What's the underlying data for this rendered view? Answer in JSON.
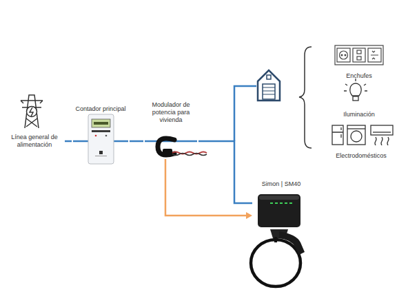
{
  "diagram": {
    "nodes": [
      {
        "text": [
          "Línea general de alimentación"
        ]
      },
      {
        "text": [
          "Contador principal"
        ]
      },
      {
        "text": [
          "Modulador de potencia para vivienda"
        ]
      },
      {
        "text": [
          "Simon | SM40"
        ]
      },
      {
        "text": [
          "Enchufes"
        ]
      },
      {
        "text": [
          "Iluminación"
        ]
      },
      {
        "text": [
          "Electrodomésticos"
        ]
      }
    ],
    "edges": [
      {
        "from": 0,
        "to": 1,
        "arrow": "none"
      },
      {
        "from": 1,
        "to": 2,
        "arrow": "none"
      },
      {
        "from": 2,
        "to": 3,
        "arrow": "none"
      },
      {
        "from": 2,
        "to": 3,
        "arrow": "to"
      }
    ]
  }
}
